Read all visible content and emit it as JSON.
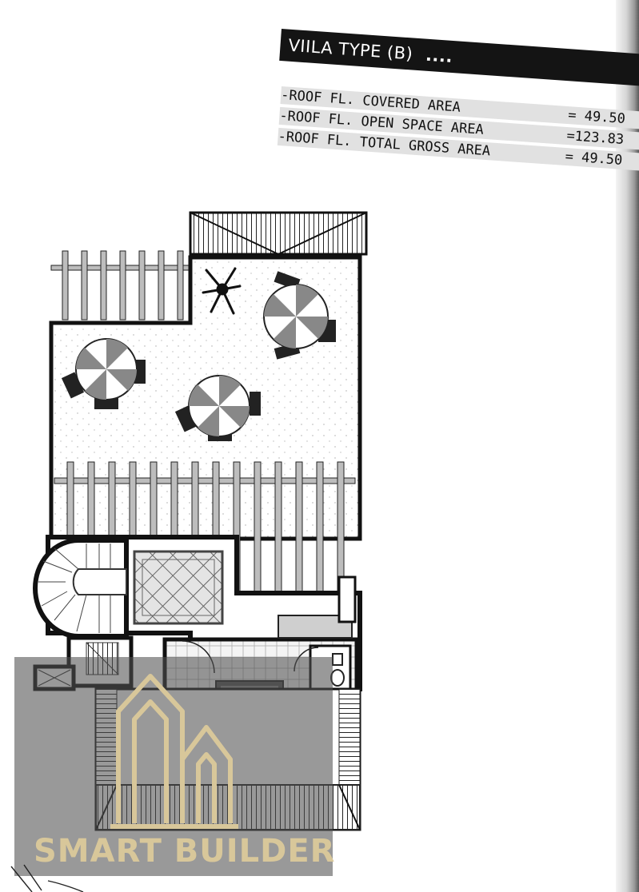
{
  "heading": {
    "title": "VIILA TYPE (B)",
    "dots": "...."
  },
  "areas": [
    {
      "label": "-ROOF FL. COVERED AREA",
      "value": "=   49.50"
    },
    {
      "label": "-ROOF FL. OPEN SPACE AREA",
      "value": "=123.83"
    },
    {
      "label": "-ROOF FL. TOTAL GROSS AREA",
      "value": "=  49.50"
    }
  ],
  "watermark": {
    "brand": "SMART BUILDER",
    "color": "#d8c79a"
  }
}
